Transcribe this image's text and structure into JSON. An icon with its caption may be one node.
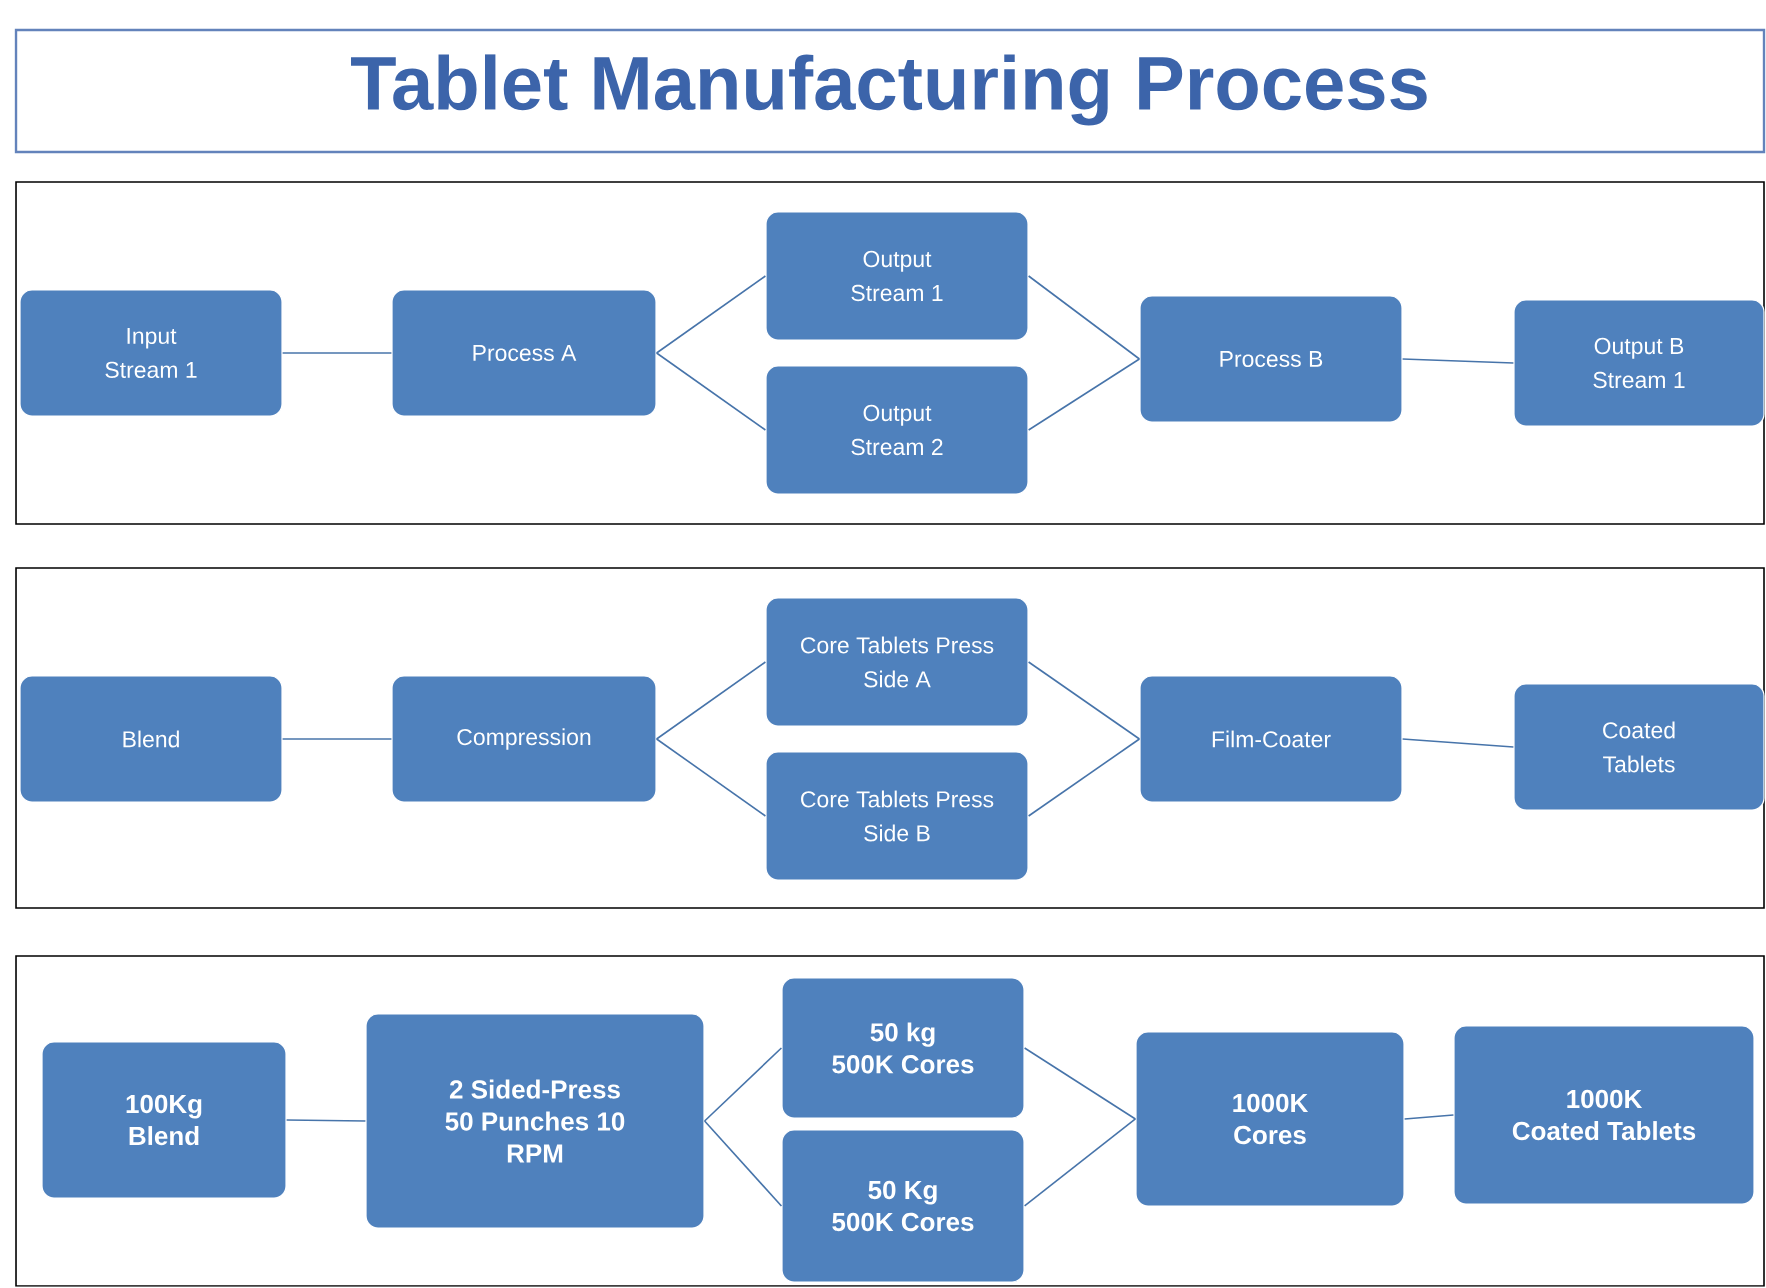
{
  "diagram": {
    "title": "Tablet Manufacturing Process",
    "nodes": [
      {
        "text": [],
        "shape": "box"
      },
      {
        "text": [
          "Input Stream 1"
        ],
        "in": 0
      },
      {
        "text": [
          "Process A"
        ],
        "in": 0
      },
      {
        "text": [
          "Output Stream 1"
        ],
        "in": 0
      },
      {
        "text": [
          "Output Stream 2"
        ],
        "in": 0
      },
      {
        "text": [
          "Process B"
        ],
        "in": 0
      },
      {
        "text": [
          "Output B Stream 1"
        ],
        "in": 0
      },
      {
        "text": [],
        "shape": "box"
      },
      {
        "text": [
          "Blend"
        ],
        "in": 7
      },
      {
        "text": [
          "Compression"
        ],
        "in": 7
      },
      {
        "text": [
          "Core Tablets Press Side A"
        ],
        "in": 7
      },
      {
        "text": [
          "Core Tablets Press Side B"
        ],
        "in": 7
      },
      {
        "text": [
          "Film-Coater"
        ],
        "in": 7
      },
      {
        "text": [
          "Coated Tablets"
        ],
        "in": 7
      },
      {
        "text": [],
        "shape": "box"
      },
      {
        "text": [
          "100Kg Blend"
        ],
        "in": 14
      },
      {
        "text": [
          "2 Sided-Press 50 Punches 10 RPM"
        ],
        "in": 14
      },
      {
        "text": [
          "50 kg 500K Cores"
        ],
        "in": 14
      },
      {
        "text": [
          "50 Kg 500K Cores"
        ],
        "in": 14
      },
      {
        "text": [
          "1000K Cores"
        ],
        "in": 14
      },
      {
        "text": [
          "1000K Coated Tablets"
        ],
        "in": 14
      }
    ],
    "edges": [
      {
        "from": 1,
        "to": 2,
        "arrow": "none"
      },
      {
        "from": 2,
        "to": 3,
        "arrow": "none"
      },
      {
        "from": 2,
        "to": 4,
        "arrow": "none"
      },
      {
        "from": 3,
        "to": 5,
        "arrow": "none"
      },
      {
        "from": 4,
        "to": 5,
        "arrow": "none"
      },
      {
        "from": 5,
        "to": 6,
        "arrow": "none"
      },
      {
        "from": 8,
        "to": 9,
        "arrow": "none"
      },
      {
        "from": 9,
        "to": 10,
        "arrow": "none"
      },
      {
        "from": 9,
        "to": 11,
        "arrow": "none"
      },
      {
        "from": 10,
        "to": 12,
        "arrow": "none"
      },
      {
        "from": 11,
        "to": 12,
        "arrow": "none"
      },
      {
        "from": 12,
        "to": 13,
        "arrow": "none"
      },
      {
        "from": 15,
        "to": 16,
        "arrow": "none"
      },
      {
        "from": 16,
        "to": 17,
        "arrow": "none"
      },
      {
        "from": 16,
        "to": 18,
        "arrow": "none"
      },
      {
        "from": 17,
        "to": 19,
        "arrow": "none"
      },
      {
        "from": 18,
        "to": 19,
        "arrow": "none"
      },
      {
        "from": 19,
        "to": 20,
        "arrow": "none"
      }
    ]
  }
}
